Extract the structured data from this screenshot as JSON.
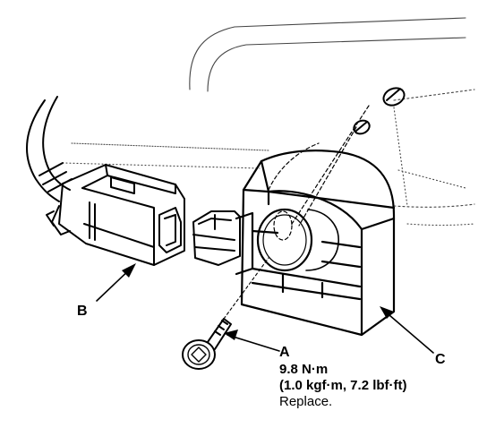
{
  "labels": {
    "a": "A",
    "b": "B",
    "c": "C"
  },
  "spec": {
    "torque": "9.8 N·m",
    "torque_alt": "(1.0 kgf·m, 7.2 lbf·ft)",
    "note": "Replace."
  },
  "colors": {
    "ink": "#000000",
    "paper": "#ffffff"
  }
}
